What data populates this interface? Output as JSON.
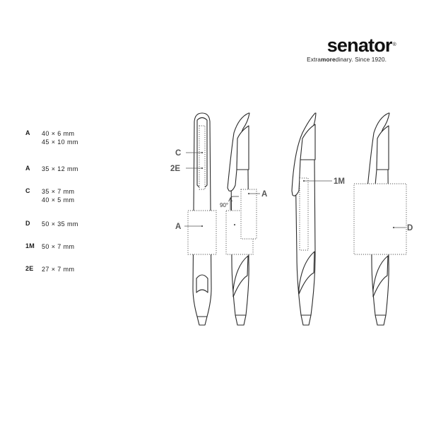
{
  "brand": {
    "name": "senator",
    "reg_mark": "®",
    "tagline_pre": "Extra",
    "tagline_bold": "more",
    "tagline_post": "dinary. Since 1920."
  },
  "sizes": [
    {
      "code": "A",
      "lines": [
        "40 × 6 mm",
        "45 × 10 mm"
      ]
    },
    {
      "code": "A",
      "lines": [
        "35 × 12 mm"
      ]
    },
    {
      "code": "C",
      "lines": [
        "35 × 7 mm",
        "40 × 5 mm"
      ]
    },
    {
      "code": "D",
      "lines": [
        "50 × 35 mm"
      ]
    },
    {
      "code": "1M",
      "lines": [
        "50 × 7 mm"
      ]
    },
    {
      "code": "2E",
      "lines": [
        "27 × 7 mm"
      ]
    }
  ],
  "callouts": {
    "c": "C",
    "e2": "2E",
    "a_left": "A",
    "a_right": "A",
    "m1": "1M",
    "d": "D",
    "angle": "90°"
  },
  "colors": {
    "outline": "#2a2a2a",
    "dotted": "#555555",
    "label": "#555555"
  }
}
